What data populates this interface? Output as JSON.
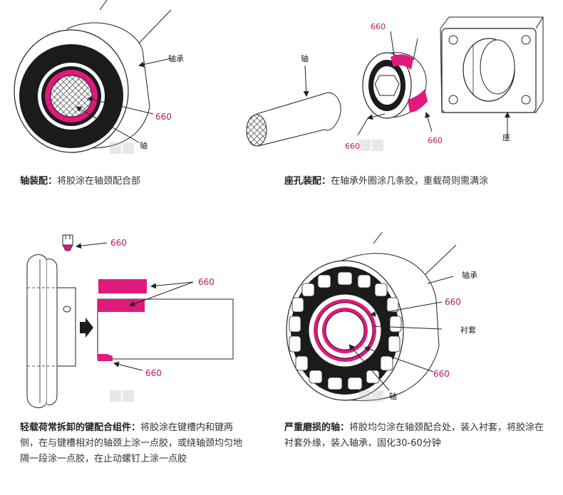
{
  "adhesive_code": "660",
  "panel1": {
    "bearing_label": "轴承",
    "shaft_label": "轴",
    "caption_bold": "轴装配：",
    "caption_text": "将胶涂在轴颈配合部"
  },
  "panel2": {
    "shaft_label": "轴",
    "seat_label": "座",
    "caption_bold": "座孔装配：",
    "caption_text": "在轴承外圈涂几条胶，重载荷则需满涂"
  },
  "panel3": {
    "caption_bold": "轻载荷常拆卸的键配合组件：",
    "caption_text": "将胶涂在键槽内和键两侧，在与键槽相对的轴颈上涂一点胶，或绕轴颈均匀地隔一段涂一点胶，在止动螺钉上涂一点胶"
  },
  "panel4": {
    "bearing_label": "轴承",
    "bushing_label": "衬套",
    "shaft_label": "轴",
    "caption_bold": "严重磨损的轴：",
    "caption_text": "将胶均匀涂在轴颈配合处，装入衬套，将胶涂在衬套外缘，装入轴承，固化30-60分钟"
  },
  "colors": {
    "adhesive": "#e0197d",
    "label": "#c2185b",
    "watermark": "#d4d4d4"
  }
}
